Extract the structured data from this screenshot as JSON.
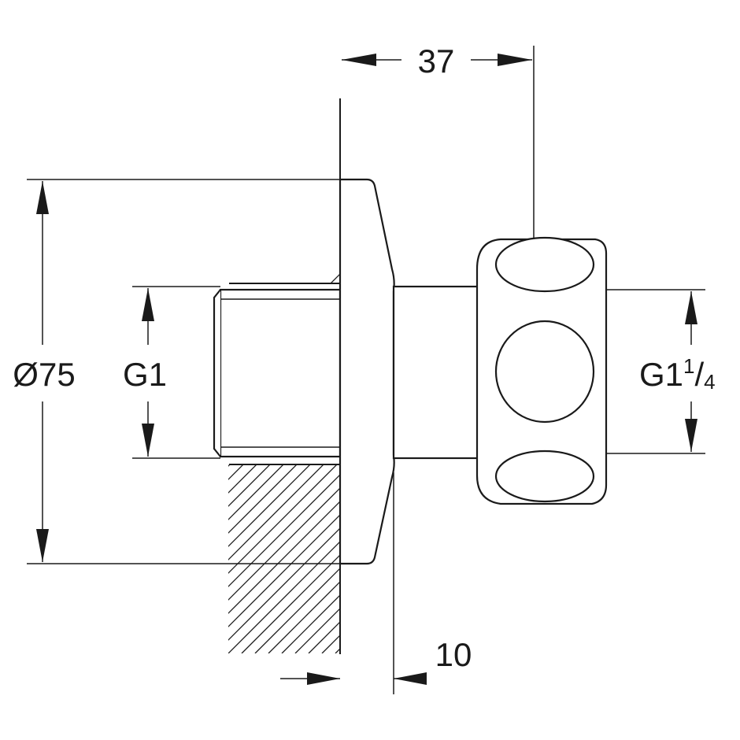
{
  "dimensions": {
    "depth": "37",
    "flange_depth": "10",
    "flange_diameter": "Ø75",
    "inlet_thread": "G1",
    "outlet_thread": {
      "base": "G1",
      "frac_num": "1",
      "frac_den": "4"
    }
  }
}
